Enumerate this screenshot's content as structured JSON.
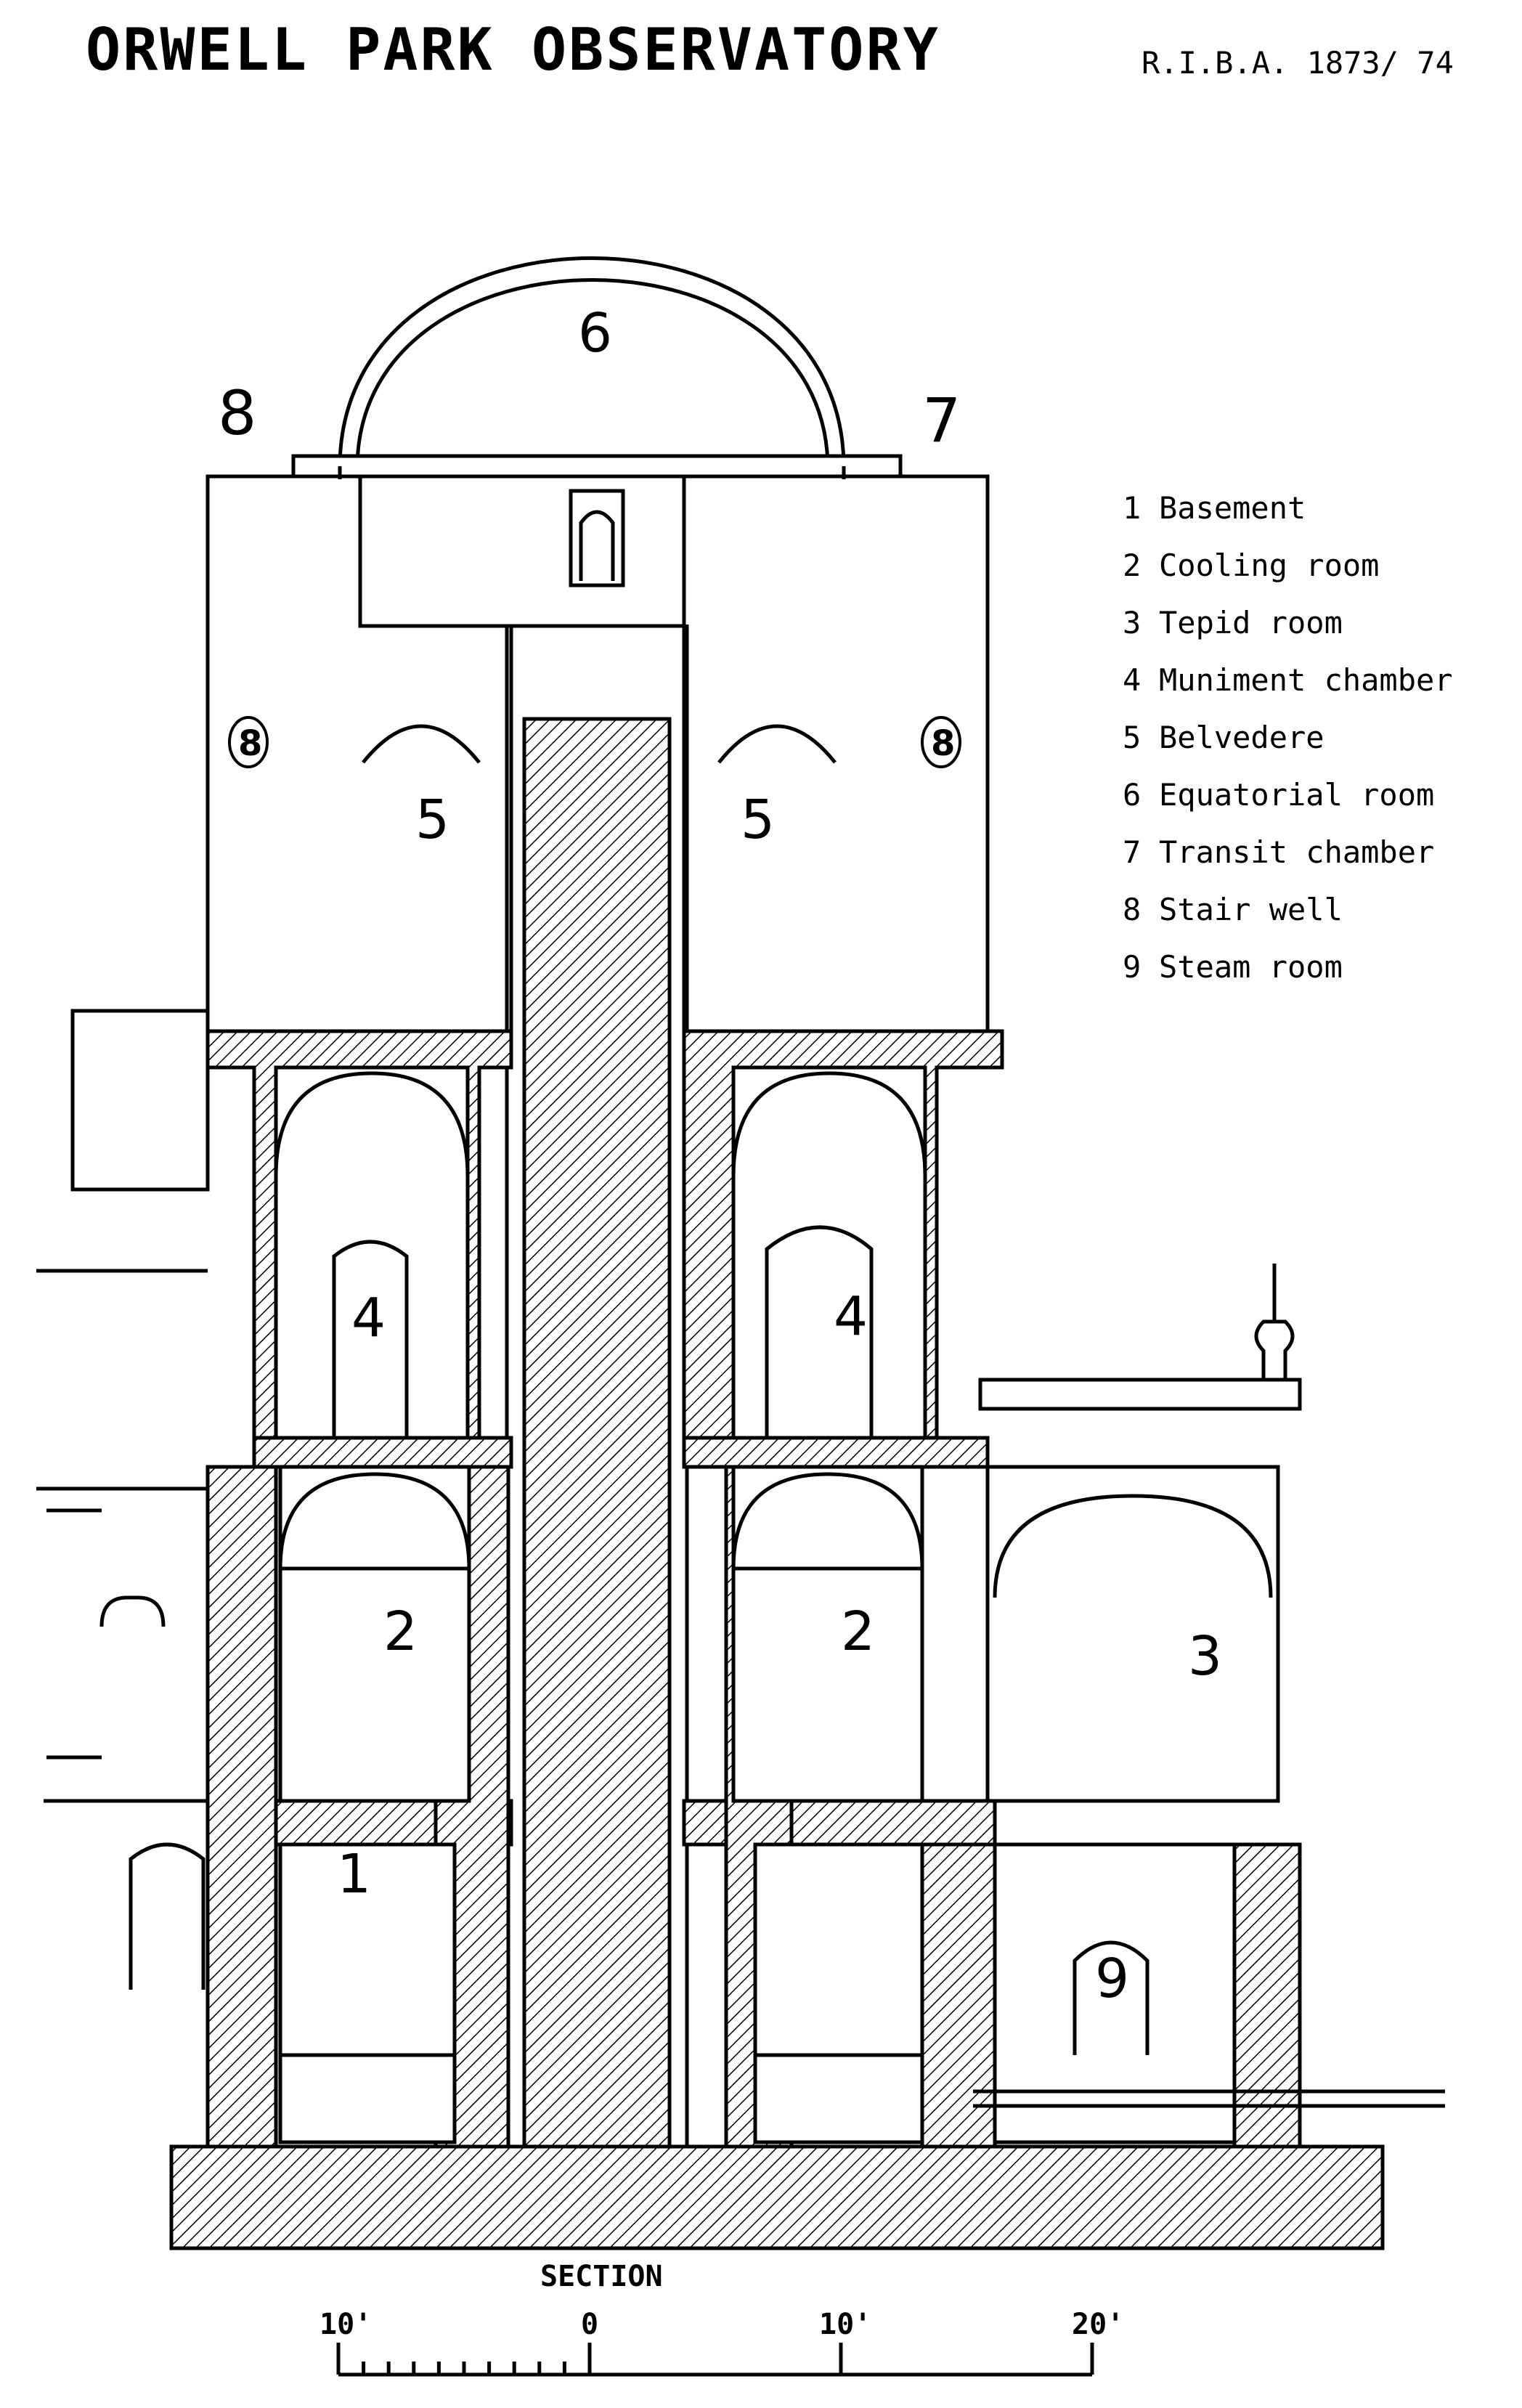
{
  "title": "ORWELL PARK OBSERVATORY",
  "reference": "R.I.B.A. 1873/ 74",
  "room_labels": {
    "equatorial": "6",
    "stair_left": "8",
    "transit": "7",
    "stair_badge_left": "8",
    "stair_badge_right": "8",
    "belvedere_left": "5",
    "belvedere_right": "5",
    "muniment_left": "4",
    "muniment_right": "4",
    "cooling_left": "2",
    "cooling_right": "2",
    "tepid": "3",
    "basement": "1",
    "steam": "9"
  },
  "legend": [
    {
      "num": "1",
      "label": "Basement"
    },
    {
      "num": "2",
      "label": "Cooling room"
    },
    {
      "num": "3",
      "label": "Tepid room"
    },
    {
      "num": "4",
      "label": "Muniment chamber"
    },
    {
      "num": "5",
      "label": "Belvedere"
    },
    {
      "num": "6",
      "label": "Equatorial room"
    },
    {
      "num": "7",
      "label": "Transit chamber"
    },
    {
      "num": "8",
      "label": "Stair well"
    },
    {
      "num": "9",
      "label": "Steam room"
    }
  ],
  "scale": {
    "title": "SECTION",
    "ticks": [
      "10'",
      "0",
      "10'",
      "20'"
    ]
  }
}
